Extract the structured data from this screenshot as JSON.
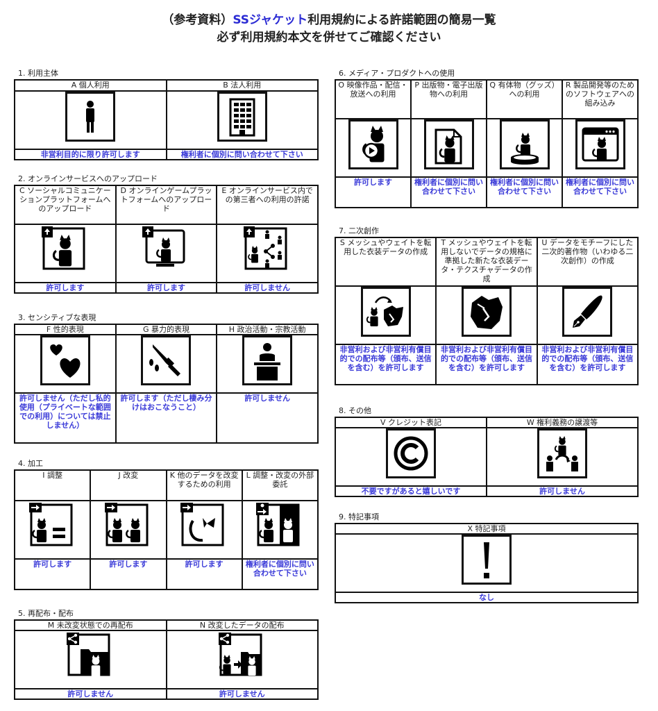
{
  "header": {
    "line1_prefix": "（参考資料）",
    "line1_accent": "SSジャケット",
    "line1_suffix": "利用規約による許諾範囲の簡易一覧",
    "line2": "必ず利用規約本文を併せてご確認ください"
  },
  "colors": {
    "status_blue": "#3a3ad8",
    "accent_blue": "#2b2bd4",
    "border": "#111111"
  },
  "sections": [
    {
      "title": "1. 利用主体",
      "items": [
        {
          "label": "A 個人利用",
          "icon": "person-icon",
          "status": "非営利目的に限り許可します"
        },
        {
          "label": "B 法人利用",
          "icon": "building-icon",
          "status": "権利者に個別に問い合わせて下さい"
        }
      ]
    },
    {
      "title": "2. オンラインサービスへのアップロード",
      "items": [
        {
          "label": "C ソーシャルコミュニケーションプラットフォームへのアップロード",
          "icon": "upload-avatar-icon",
          "status": "許可します"
        },
        {
          "label": "D オンラインゲームプラットフォームへのアップロード",
          "icon": "upload-monitor-icon",
          "status": "許可します"
        },
        {
          "label": "E オンラインサービス内での第三者への利用の許諾",
          "icon": "upload-share-icon",
          "status": "許可しません"
        }
      ]
    },
    {
      "title": "3. センシティブな表現",
      "items": [
        {
          "label": "F 性的表現",
          "icon": "hearts-icon",
          "status": "許可しません（ただし私的使用（プライベートな範囲での利用）については禁止しません）"
        },
        {
          "label": "G 暴力的表現",
          "icon": "knife-icon",
          "status": "許可します（ただし棲み分けはおこなうこと）"
        },
        {
          "label": "H 政治活動・宗教活動",
          "icon": "podium-icon",
          "status": "許可しません"
        }
      ]
    },
    {
      "title": "4. 加工",
      "items": [
        {
          "label": "I 調整",
          "icon": "adjust-icon",
          "status": "許可します"
        },
        {
          "label": "J 改変",
          "icon": "modify-icon",
          "status": "許可します"
        },
        {
          "label": "K 他のデータを改変するための利用",
          "icon": "parts-icon",
          "status": "許可します"
        },
        {
          "label": "L 調整・改変の外部委託",
          "icon": "outsource-icon",
          "status": "権利者に個別に問い合わせて下さい"
        }
      ]
    },
    {
      "title": "5. 再配布・配布",
      "items": [
        {
          "label": "M 未改変状態での再配布",
          "icon": "share-folder-icon",
          "status": "許可しません"
        },
        {
          "label": "N 改変したデータの配布",
          "icon": "share-modified-icon",
          "status": "許可しません"
        }
      ]
    },
    {
      "title": "6. メディア・プロダクトへの使用",
      "items": [
        {
          "label": "O 映像作品・配信・放送への利用",
          "icon": "video-icon",
          "status": "許可します"
        },
        {
          "label": "P 出版物・電子出版物への利用",
          "icon": "document-icon",
          "status": "権利者に個別に問い合わせて下さい"
        },
        {
          "label": "Q 有体物（グッズ）への利用",
          "icon": "figure-icon",
          "status": "権利者に個別に問い合わせて下さい"
        },
        {
          "label": "R 製品開発等のためのソフトウェアへの組み込み",
          "icon": "software-window-icon",
          "status": "権利者に個別に問い合わせて下さい"
        }
      ]
    },
    {
      "title": "7. 二次創作",
      "items": [
        {
          "label": "S メッシュやウェイトを転用した衣装データの作成",
          "icon": "clothing-transfer-icon",
          "status": "非営利および非営利有償目的での配布等（頒布、送信を含む）を許可します"
        },
        {
          "label": "T メッシュやウェイトを転用しないでデータの規格に準拠した新たな衣装データ・テクスチャデータの作成",
          "icon": "clothing-icon",
          "status": "非営利および非営利有償目的での配布等（頒布、送信を含む）を許可します"
        },
        {
          "label": "U データをモチーフにした二次的著作物（いわゆる二次創作）の作成",
          "icon": "pen-icon",
          "status": "非営利および非営利有償目的での配布等（頒布、送信を含む）を許可します"
        }
      ]
    },
    {
      "title": "8. その他",
      "items": [
        {
          "label": "V クレジット表記",
          "icon": "copyright-icon",
          "status": "不要ですがあると嬉しいです"
        },
        {
          "label": "W 権利義務の譲渡等",
          "icon": "transfer-rights-icon",
          "status": "許可しません"
        }
      ]
    },
    {
      "title": "9. 特記事項",
      "items": [
        {
          "label": "X 特記事項",
          "icon": "exclamation-icon",
          "status": "なし"
        }
      ]
    }
  ]
}
